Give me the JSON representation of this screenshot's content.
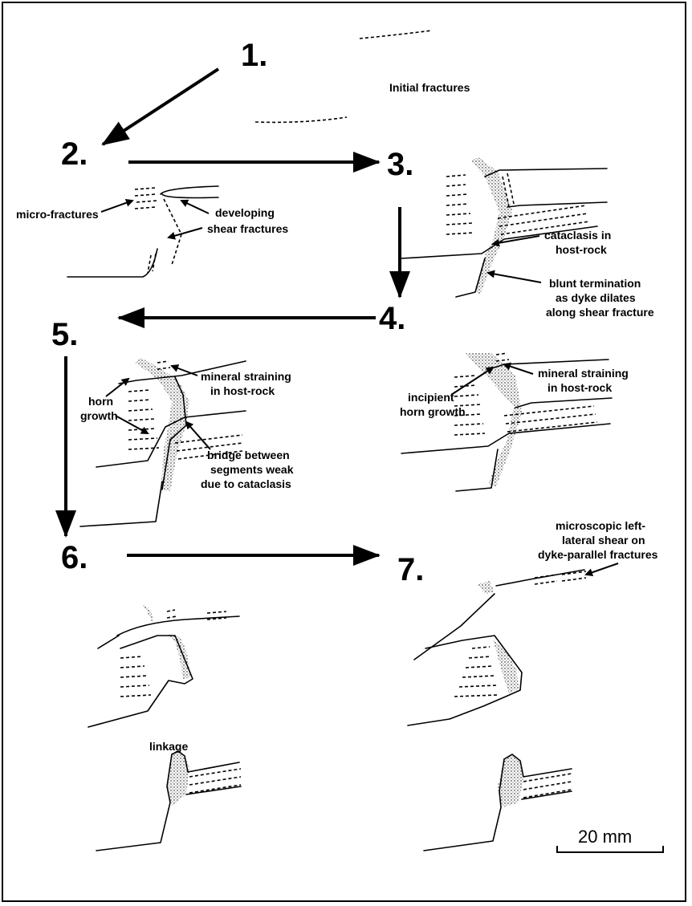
{
  "steps": [
    "1.",
    "2.",
    "3.",
    "4.",
    "5.",
    "6.",
    "7."
  ],
  "labels": {
    "initial_fractures": "Initial fractures",
    "micro_fractures": "micro-fractures",
    "developing_1": "developing",
    "developing_2": "shear fractures",
    "cataclasis_1": "cataclasis in",
    "cataclasis_2": "host-rock",
    "blunt_1": "blunt termination",
    "blunt_2": "as dyke dilates",
    "blunt_3": "along shear fracture",
    "mineral5_1": "mineral straining",
    "mineral5_2": "in host-rock",
    "horn_1": "horn",
    "horn_2": "growth",
    "bridge_1": "bridge between",
    "bridge_2": "segments weak",
    "bridge_3": "due to cataclasis",
    "incipient_1": "incipient",
    "incipient_2": "horn growth",
    "mineral4_1": "mineral straining",
    "mineral4_2": "in host-rock",
    "micro_left_1": "microscopic left-",
    "micro_left_2": "lateral shear on",
    "micro_left_3": "dyke-parallel fractures",
    "linkage": "linkage",
    "scale": "20 mm"
  }
}
